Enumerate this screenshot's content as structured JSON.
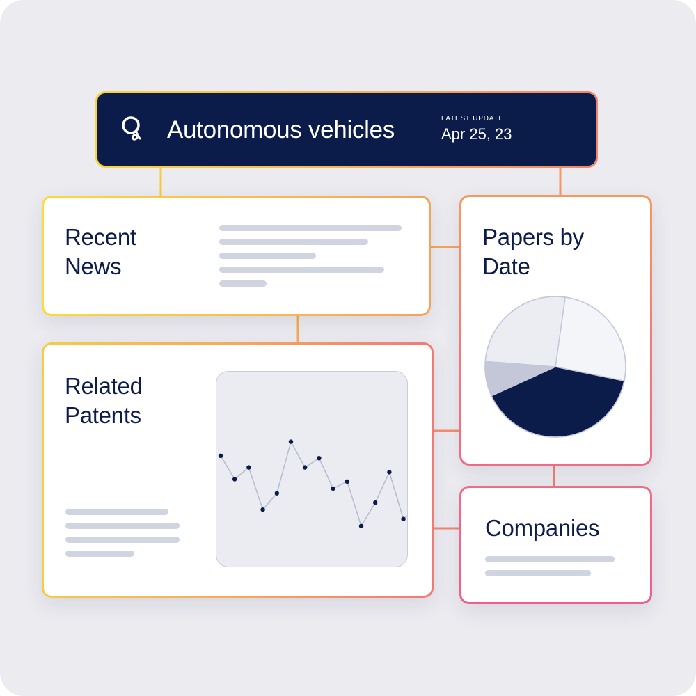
{
  "header": {
    "title": "Autonomous vehicles",
    "update_label": "LATEST UPDATE",
    "update_date": "Apr 25, 23",
    "icon": "search-icon"
  },
  "cards": {
    "recent_news": {
      "title_line1": "Recent",
      "title_line2": "News"
    },
    "papers_by_date": {
      "title_line1": "Papers by",
      "title_line2": "Date"
    },
    "related_patents": {
      "title_line1": "Related",
      "title_line2": "Patents"
    },
    "companies": {
      "title": "Companies"
    }
  },
  "colors": {
    "navy": "#0b1c4a",
    "placeholder_gray": "#d0d4e0",
    "gradient_start": "#f7d63a",
    "gradient_mid": "#f7a25a",
    "gradient_end": "#ee5f8f"
  },
  "chart_data": [
    {
      "type": "pie",
      "values": [
        26,
        40,
        8,
        26
      ],
      "colors": [
        "#f4f5f9",
        "#0b1c4a",
        "#c3c7d7",
        "#ecedf3"
      ]
    },
    {
      "type": "line",
      "values": [
        36,
        26,
        31,
        13,
        20,
        42,
        31,
        35,
        22,
        25,
        6,
        16,
        29,
        9,
        14
      ],
      "ylim": [
        0,
        60
      ]
    }
  ]
}
